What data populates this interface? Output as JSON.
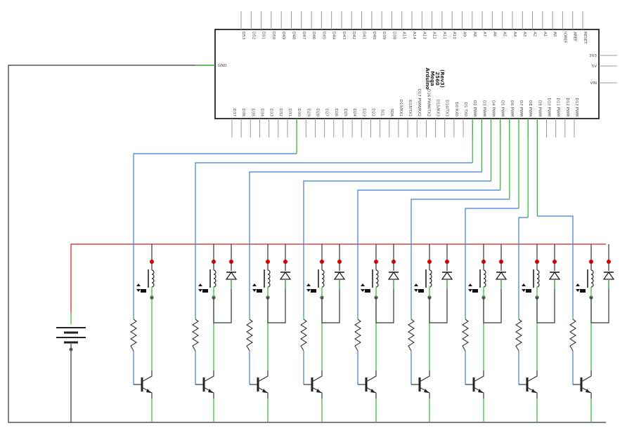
{
  "board": {
    "title_lines": [
      "Arduino",
      "Mega",
      "2560",
      "(Rev3)"
    ],
    "top_pins": [
      "D53",
      "D52",
      "D51",
      "D50",
      "D49",
      "D48",
      "D47",
      "D46",
      "D45",
      "D44",
      "D43",
      "D42",
      "D41",
      "D40",
      "D39",
      "D38",
      "A15",
      "A14",
      "A13",
      "A12",
      "A11",
      "A10",
      "A9",
      "A8",
      "A7",
      "A6",
      "A5",
      "A4",
      "A3",
      "A2",
      "A1",
      "A0",
      "IOREF",
      "AREF",
      "RESET"
    ],
    "bottom_pins": [
      "D37",
      "D36",
      "D35",
      "D34",
      "D33",
      "D32",
      "D31",
      "D30",
      "D29",
      "D28",
      "D27",
      "D26",
      "D25",
      "D24",
      "D23",
      "D22",
      "SCL",
      "SDA",
      "D19/RX1",
      "D18/TX1",
      "D17 PWM/RX2",
      "D16 PWM/TX2",
      "D15/RX3",
      "D14/TX3",
      "D0 RX0",
      "D1 TX0",
      "D2 PWM",
      "D3 PWM",
      "D4 PWM",
      "D5 PWM",
      "D6 PWM",
      "D7 PWM",
      "D8 PWM",
      "D9 PWM",
      "D10 PWM",
      "D11 PWM",
      "D12 PWM",
      "D13 PWM"
    ],
    "left_pins": [
      "GND"
    ],
    "right_pins": [
      "3V3",
      "5V",
      "VIN"
    ]
  },
  "colors": {
    "signal": "#3a7fd0",
    "power": "#d42020",
    "ground": "#333333",
    "pin_end": "#2ab52a",
    "junction": "#cc0000"
  },
  "channels": 9
}
